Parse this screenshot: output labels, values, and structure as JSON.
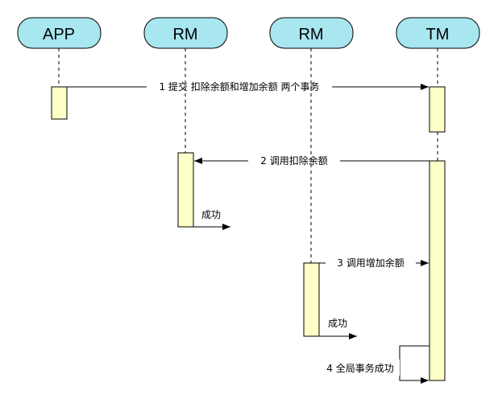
{
  "colors": {
    "actor_fill": "#a8e6f0",
    "activation_fill": "#ffffc8",
    "line": "#000000"
  },
  "actors": [
    {
      "id": "app",
      "label": "APP"
    },
    {
      "id": "rm1",
      "label": "RM"
    },
    {
      "id": "rm2",
      "label": "RM"
    },
    {
      "id": "tm",
      "label": "TM"
    }
  ],
  "messages": [
    {
      "id": "m1",
      "label": "1 提交 扣除余额和增加余额 两个事务"
    },
    {
      "id": "m2",
      "label": "2 调用扣除余额"
    },
    {
      "id": "m3",
      "label": "成功"
    },
    {
      "id": "m4",
      "label": "3 调用增加余额"
    },
    {
      "id": "m5",
      "label": "成功"
    },
    {
      "id": "m6",
      "label": "4 全局事务成功"
    }
  ]
}
